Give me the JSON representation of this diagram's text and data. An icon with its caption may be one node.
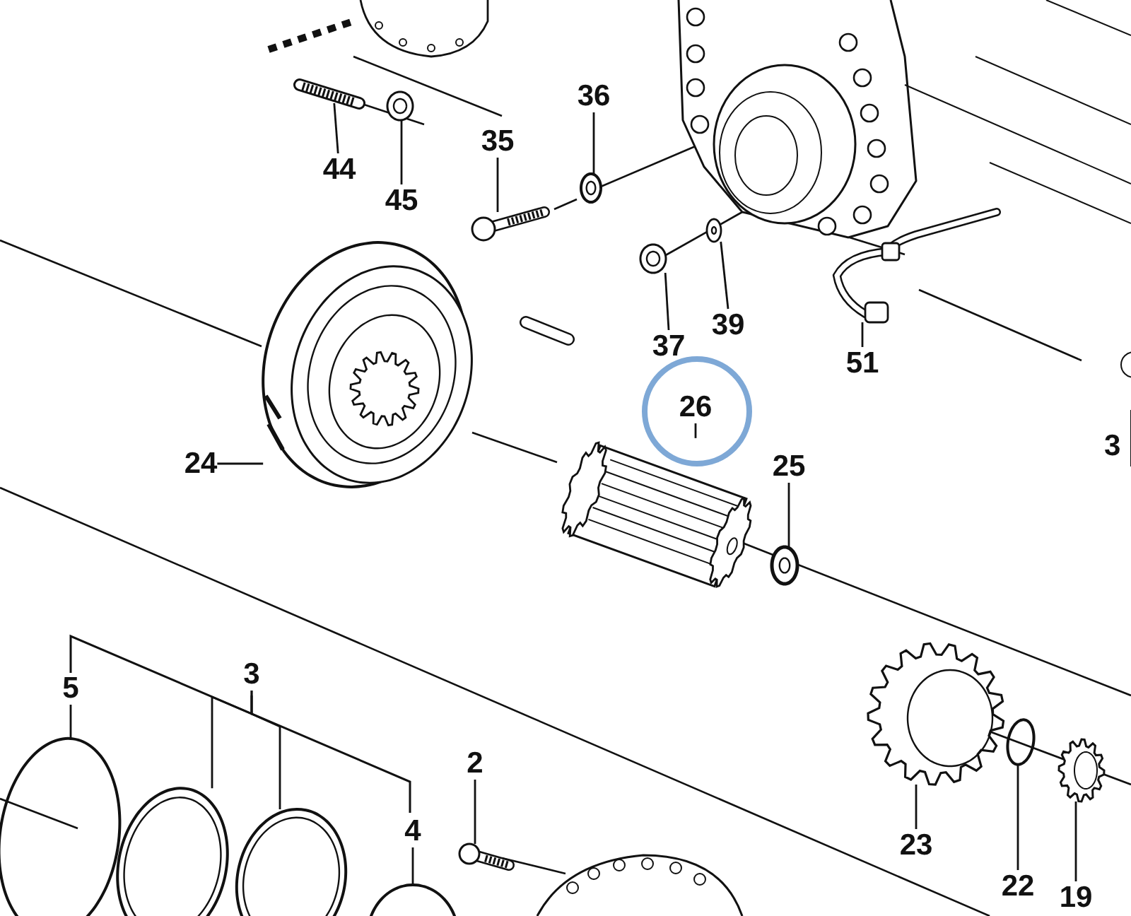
{
  "diagram": {
    "nodes": [
      {
        "text": [
          "44"
        ]
      },
      {
        "text": [
          "45"
        ]
      },
      {
        "text": [
          "35"
        ]
      },
      {
        "text": [
          "36"
        ]
      },
      {
        "text": [
          "37"
        ]
      },
      {
        "text": [
          "39"
        ]
      },
      {
        "text": [
          "51"
        ]
      },
      {
        "text": [
          "24"
        ]
      },
      {
        "text": [
          "26"
        ]
      },
      {
        "text": [
          "25"
        ]
      },
      {
        "text": [
          "5"
        ]
      },
      {
        "text": [
          "3"
        ]
      },
      {
        "text": [
          "4"
        ]
      },
      {
        "text": [
          "2"
        ]
      },
      {
        "text": [
          "23"
        ]
      },
      {
        "text": [
          "22"
        ]
      },
      {
        "text": [
          "19"
        ]
      },
      {
        "text": [],
        "shape": "picture"
      },
      {
        "text": [],
        "shape": "picture"
      },
      {
        "text": [],
        "shape": "picture"
      },
      {
        "text": [],
        "shape": "picture"
      },
      {
        "text": [],
        "shape": "picture"
      },
      {
        "text": [],
        "shape": "picture"
      },
      {
        "text": [],
        "shape": "picture"
      },
      {
        "text": [],
        "shape": "picture"
      },
      {
        "text": [],
        "shape": "picture"
      },
      {
        "text": [],
        "shape": "picture"
      },
      {
        "text": [],
        "shape": "circle"
      },
      {
        "text": [],
        "shape": "picture"
      },
      {
        "text": [],
        "shape": "picture"
      },
      {
        "text": [],
        "shape": "circle"
      },
      {
        "text": [],
        "shape": "picture"
      },
      {
        "text": [],
        "shape": "picture"
      },
      {
        "text": [],
        "shape": "circle"
      },
      {
        "text": [],
        "shape": "picture"
      }
    ],
    "edges": [
      {
        "from": 0,
        "to": 17,
        "arrow": "none"
      },
      {
        "from": 1,
        "to": 18,
        "arrow": "none"
      },
      {
        "from": 2,
        "to": 19,
        "arrow": "none"
      },
      {
        "from": 3,
        "to": 20,
        "arrow": "none"
      },
      {
        "from": 4,
        "to": 21,
        "arrow": "none"
      },
      {
        "from": 5,
        "to": 22,
        "arrow": "none"
      },
      {
        "from": 6,
        "to": 23,
        "arrow": "none"
      },
      {
        "from": 7,
        "to": 24,
        "arrow": "none"
      },
      {
        "from": 8,
        "to": 25,
        "arrow": "none"
      },
      {
        "from": 9,
        "to": 26,
        "arrow": "none"
      },
      {
        "from": 10,
        "to": 27,
        "arrow": "none"
      },
      {
        "from": 11,
        "to": 28,
        "arrow": "none"
      },
      {
        "from": 11,
        "to": 29,
        "arrow": "none"
      },
      {
        "from": 12,
        "to": 30,
        "arrow": "none"
      },
      {
        "from": 13,
        "to": 31,
        "arrow": "none"
      },
      {
        "from": 14,
        "to": 32,
        "arrow": "none"
      },
      {
        "from": 15,
        "to": 33,
        "arrow": "none"
      },
      {
        "from": 16,
        "to": 34,
        "arrow": "none"
      }
    ],
    "labels": [
      "3"
    ]
  }
}
